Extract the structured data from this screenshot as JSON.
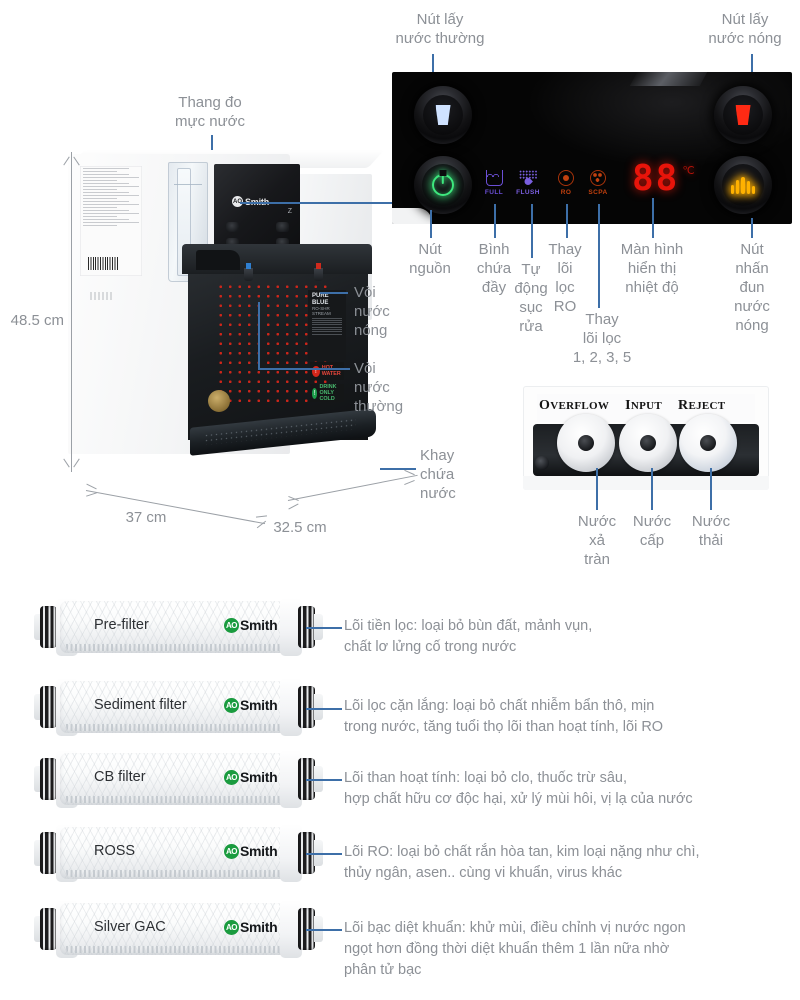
{
  "product": {
    "brand": "A.O.Smith",
    "dimensions": {
      "height": "48.5 cm",
      "width": "37 cm",
      "depth": "32.5 cm"
    }
  },
  "callouts": {
    "cold_button": "Nút lấy\nnước thường",
    "hot_button": "Nút lấy\nnước nóng",
    "water_gauge": "Thang đo\nmực nước",
    "power_button": "Nút\nnguồn",
    "tank_full": "Bình\nchứa\nđầy",
    "auto_flush": "Tự\nđộng\nsục\nrửa",
    "replace_ro": "Thay\nlõi\nlọc\nRO",
    "replace_filters": "Thay\nlõi lọc\n1, 2, 3, 5",
    "temp_display": "Màn hình\nhiển thị\nnhiệt độ",
    "boil_button": "Nút\nnhấn\nđun\nnước\nnóng",
    "hot_spout": "Vòi\nnước\nnóng",
    "normal_spout": "Vòi\nnước\nthường",
    "drip_tray": "Khay\nchứa\nnước"
  },
  "panel": {
    "temperature_value": "88",
    "temperature_unit": "℃",
    "status_icons": [
      {
        "id": "full",
        "caption": "FULL",
        "color": "#6b4fd6"
      },
      {
        "id": "flush",
        "caption": "FLUSH",
        "color": "#7a5fe0"
      },
      {
        "id": "ro",
        "caption": "RO",
        "color": "#d0420c"
      },
      {
        "id": "scpa",
        "caption": "SCPA",
        "color": "#d0420c"
      }
    ]
  },
  "ports": {
    "headers": [
      {
        "big": "O",
        "rest": "VERFLOW"
      },
      {
        "big": "I",
        "rest": "NPUT"
      },
      {
        "big": "R",
        "rest": "EJECT"
      }
    ],
    "labels": {
      "overflow": "Nước\nxả\ntràn",
      "input": "Nước\ncấp",
      "reject": "Nước\nthải"
    }
  },
  "machine": {
    "logo_mark": "AO",
    "logo_text": "Smith",
    "sticker_title": "PURE\nBLUE",
    "sticker_sub": "RO-SHR STREAM",
    "badge_hot": "HOT WATER",
    "badge_green": "DRINK ONLY COLD",
    "sleep_icon": "Z"
  },
  "filters": [
    {
      "name": "Pre-filter",
      "brand_mark": "AO",
      "brand_text": "Smith",
      "description": "Lõi tiền lọc: loại bỏ bùn đất, mảnh vụn,\nchất lơ lửng cố trong nước"
    },
    {
      "name": "Sediment filter",
      "brand_mark": "AO",
      "brand_text": "Smith",
      "description": "Lõi lọc cặn lắng: loại bỏ chất nhiễm bẩn thô, mịn\ntrong nước, tăng tuổi thọ lõi than hoạt tính, lõi RO"
    },
    {
      "name": "CB filter",
      "brand_mark": "AO",
      "brand_text": "Smith",
      "description": "Lõi than hoạt tính: loại bỏ clo, thuốc trừ sâu,\nhợp chất hữu cơ độc hại, xử lý mùi hôi, vị lạ của nước"
    },
    {
      "name": "ROSS",
      "brand_mark": "AO",
      "brand_text": "Smith",
      "description": "Lõi RO: loại bỏ chất rắn hòa tan, kim loại nặng như chì,\nthủy ngân, asen.. cùng vi khuẩn, virus khác"
    },
    {
      "name": "Silver GAC",
      "brand_mark": "AO",
      "brand_text": "Smith",
      "description": "Lõi bạc diệt khuẩn: khử mùi, điều chỉnh vị nước ngon\nngọt hơn đồng thời diệt khuẩn thêm 1 lần nữa nhờ\nphân tử bạc"
    }
  ],
  "colors": {
    "leader_line": "#3d6fa8",
    "label_text": "#8c9096",
    "accent_red": "#e8140a",
    "accent_green": "#1a9b3f",
    "panel_bg": "#050505"
  }
}
